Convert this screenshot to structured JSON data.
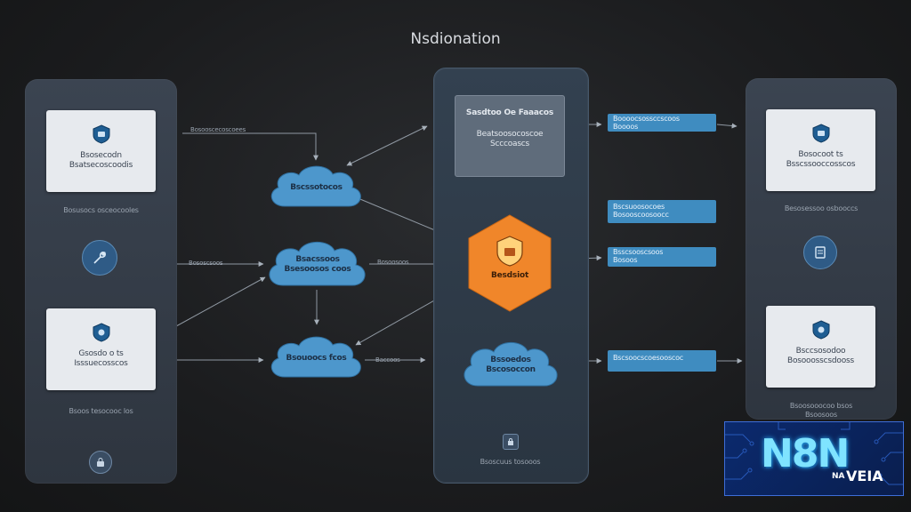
{
  "title": "Nsdionation",
  "left_panel": {
    "top_card": "Bsosecodn\nBsatsecoscoodis",
    "caption_1": "Bosusocs osceocooles",
    "bottom_card": "Gsosdo o ts\nIsssuecosscos",
    "caption_2": "Bsoos tesocooc los"
  },
  "center_panel": {
    "box_title": "Sasdtoo Oe Faaacos",
    "box_text": "Beatsoosocoscoe\nScccoascs",
    "hex_label": "Besdsiot",
    "cloud_label": "Bssoedos\nBscosoccon",
    "caption": "Bsoscuus tosooos"
  },
  "clouds": {
    "cloud_1": "Bscssotocos",
    "cloud_2": "Bsacssoos\nBsesoosos coos",
    "cloud_3": "Bsouoocs fcos"
  },
  "edge_labels": {
    "e1": "Bosooscecoscoees",
    "e2": "Bososcsoos",
    "e3": "Bosoosoos",
    "e4": "Baccoos"
  },
  "bars": {
    "b1": "Boooocsossccscoos\nBoooos",
    "b2": "Bscsuoosocoes\nBosooscoosoocc",
    "b3": "Bsscsooscsoos\nBosoos",
    "b4": "Bscsoocscoesooscoc"
  },
  "right_panel": {
    "top_card": "Bosocoot ts\nBsscssooccosscos",
    "caption_1": "Besosessoo osbooccs",
    "bottom_card": "Bsccsosodoo\nBosooosscsdooss",
    "caption_2": "Bsoosooocoo bsos\nBsoosoos"
  },
  "logo": {
    "main": "N8N",
    "na": "NA",
    "veia": "VEIA"
  },
  "colors": {
    "cloud": "#4d97cc",
    "hexagon": "#f0862a",
    "bar": "#3f8cc0",
    "card": "#e7eaee"
  }
}
